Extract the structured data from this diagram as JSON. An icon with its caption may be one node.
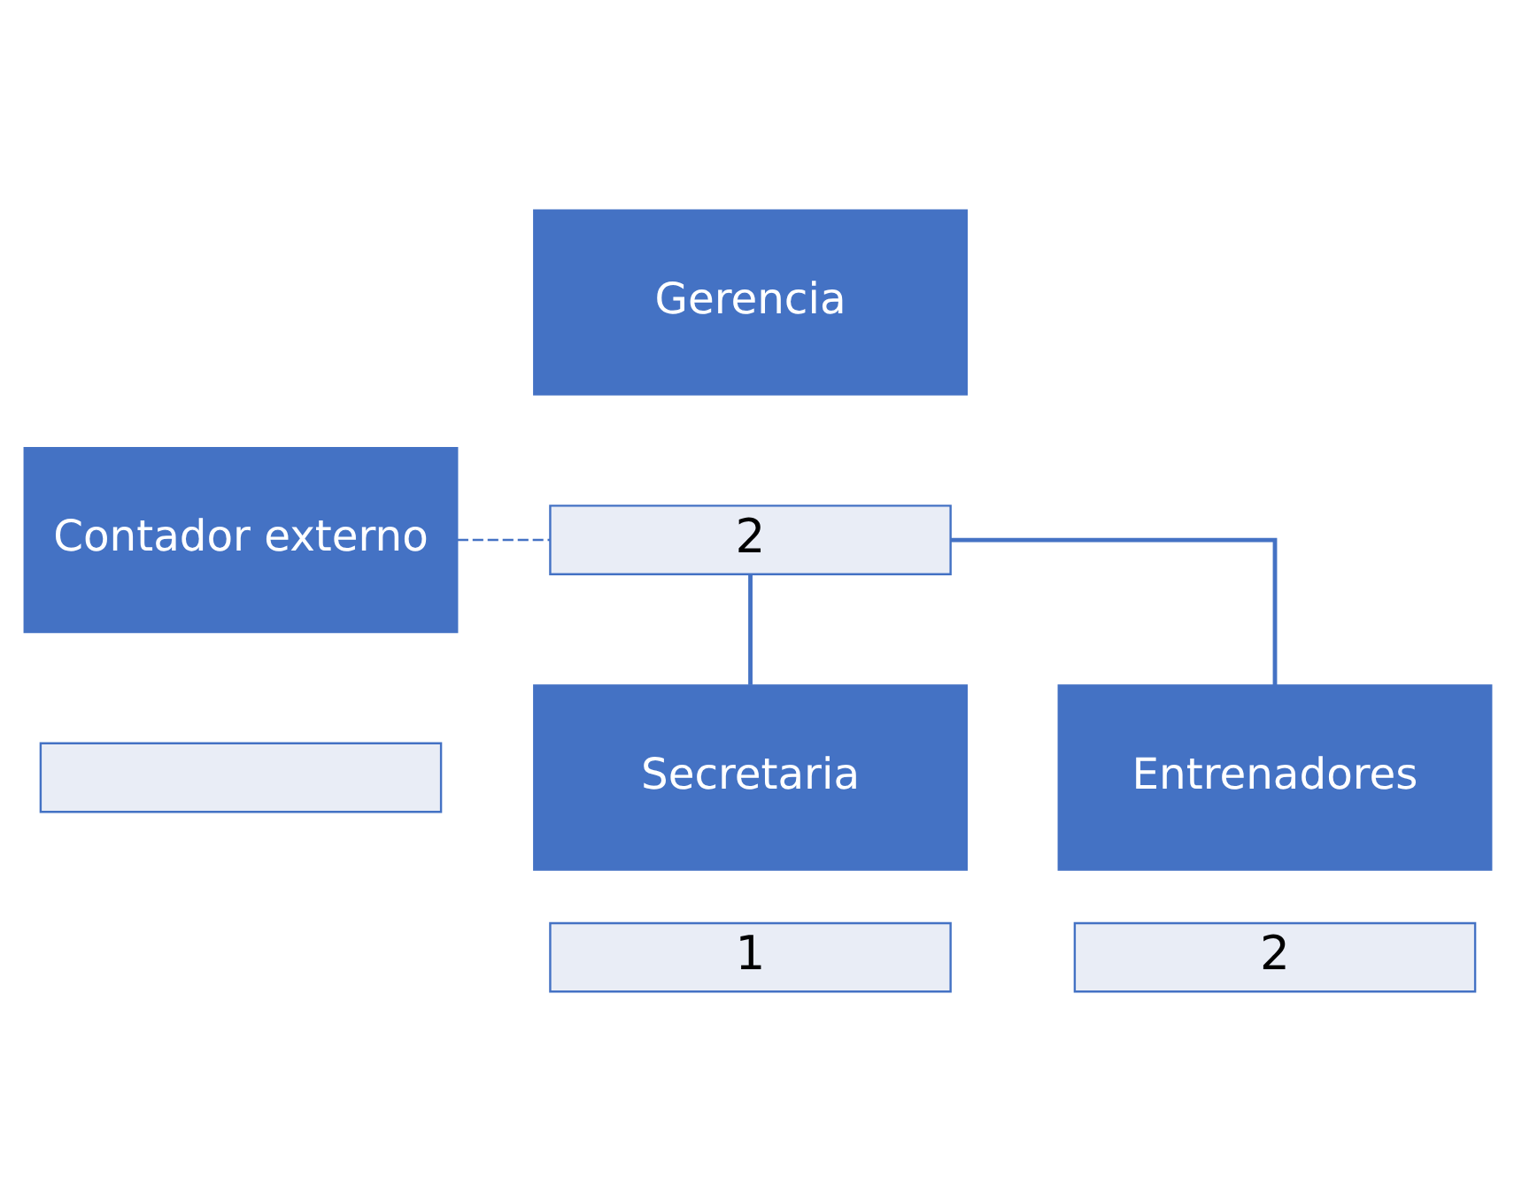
{
  "diagram": {
    "nodes": [
      {
        "text": [
          "Gerencia"
        ]
      },
      {
        "text": [
          "2"
        ]
      },
      {
        "text": [
          "Contador externo"
        ]
      },
      {
        "text": [],
        "shape": "box"
      },
      {
        "text": [
          "Entrenadores"
        ]
      },
      {
        "text": [
          "2"
        ]
      },
      {
        "text": [
          "Secretaria"
        ]
      },
      {
        "text": [
          "1"
        ]
      }
    ],
    "edges": [
      {
        "from": 1,
        "to": 4,
        "arrow": "none"
      },
      {
        "from": 1,
        "to": 6,
        "arrow": "none"
      },
      {
        "from": 2,
        "to": 1,
        "arrow": "none",
        "style": "dashed"
      }
    ]
  }
}
